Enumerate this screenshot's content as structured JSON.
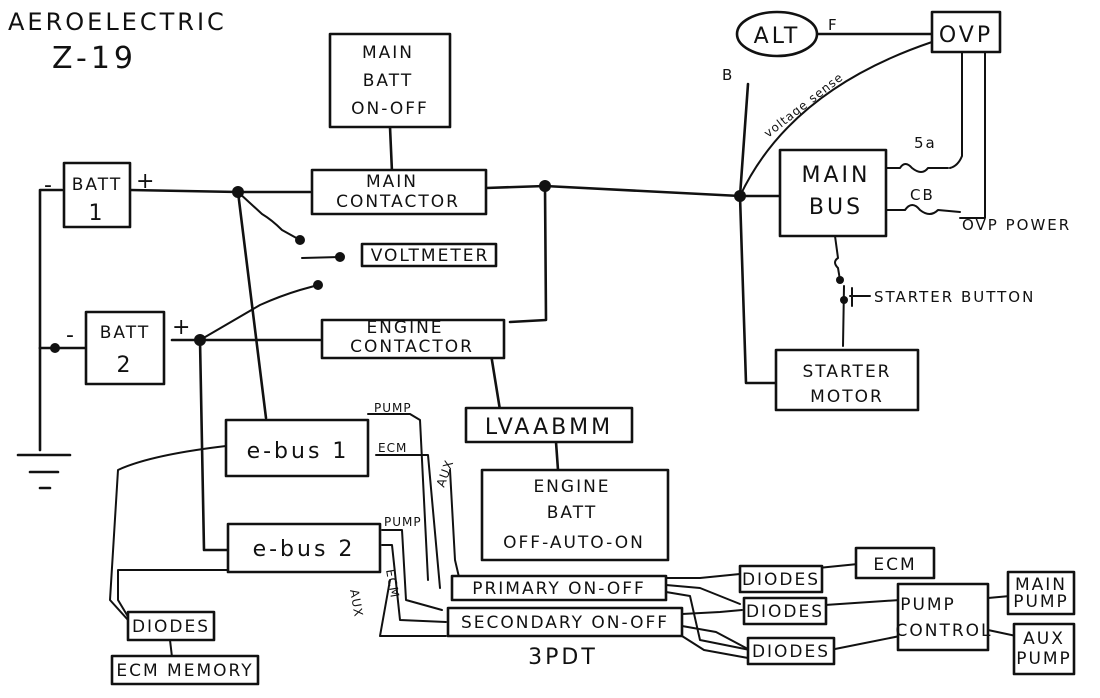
{
  "title": "AEROELECTRIC",
  "subtitle": "Z-19",
  "components": {
    "batt1": [
      "BATT",
      "1"
    ],
    "batt2": [
      "BATT",
      "2"
    ],
    "main_batt_switch": [
      "MAIN",
      "BATT",
      "ON-OFF"
    ],
    "main_contactor": [
      "MAIN",
      "CONTACTOR"
    ],
    "voltmeter": "VOLTMETER",
    "engine_contactor": [
      "ENGINE",
      "CONTACTOR"
    ],
    "lvaabmm": "LVAABMM",
    "engine_batt_switch": [
      "ENGINE",
      "BATT",
      "OFF-AUTO-ON"
    ],
    "ebus1": "e-bus 1",
    "ebus2": "e-bus 2",
    "primary_switch": "PRIMARY ON-OFF",
    "secondary_switch": "SECONDARY ON-OFF",
    "three_pdt": "3PDT",
    "diodes_left": "DIODES",
    "ecm_memory": "ECM MEMORY",
    "diodes_1": "DIODES",
    "diodes_2": "DIODES",
    "diodes_3": "DIODES",
    "ecm": "ECM",
    "pump_control": [
      "PUMP",
      "CONTROL"
    ],
    "main_pump": [
      "MAIN",
      "PUMP"
    ],
    "aux_pump": [
      "AUX",
      "PUMP"
    ],
    "alt": "ALT",
    "ovp": "OVP",
    "main_bus": [
      "MAIN",
      "BUS"
    ],
    "starter_motor": [
      "STARTER",
      "MOTOR"
    ]
  },
  "labels": {
    "plus": "+",
    "minus": "-",
    "alt_f": "F",
    "alt_b": "B",
    "voltage_sense": "voltage sense",
    "cb_rating": "5a",
    "cb": "CB",
    "ovp_power": "OVP POWER",
    "starter_button": "STARTER BUTTON",
    "pump": "PUMP",
    "ecm": "ECM",
    "aux": "AUX"
  }
}
